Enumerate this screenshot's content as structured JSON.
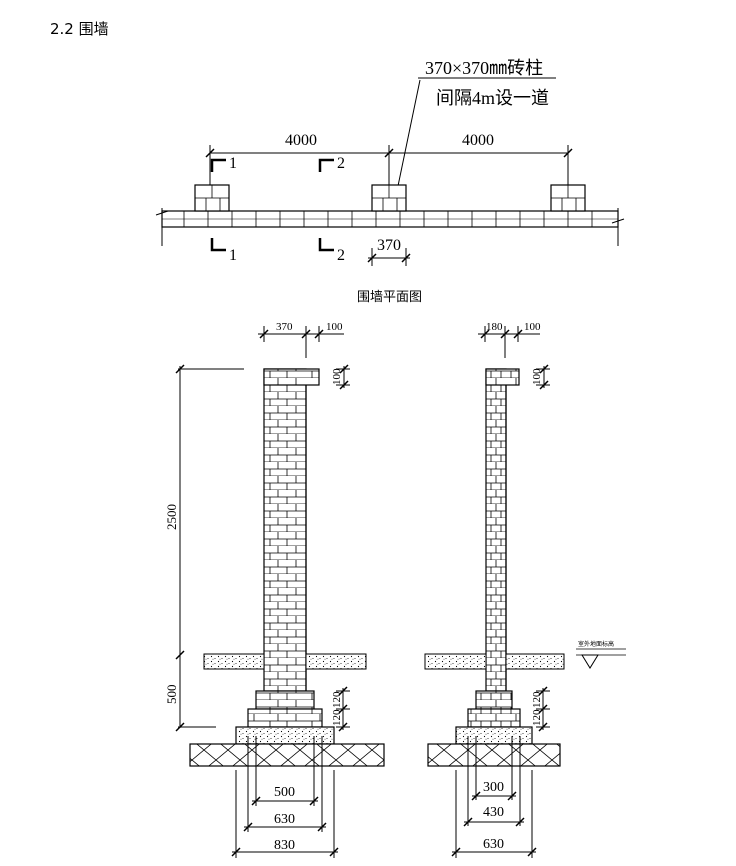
{
  "heading": "2.2  围墙",
  "plan": {
    "callout_line1": "370×370㎜砖柱",
    "callout_line2": "间隔4m设一道",
    "spacing_left": "4000",
    "spacing_right": "4000",
    "pier_width": "370",
    "section1_top": "1",
    "section2_top": "2",
    "section1_bottom": "1",
    "section2_bottom": "2",
    "caption": "围墙平面图"
  },
  "section_left": {
    "top_width": "370",
    "cap_projection": "100",
    "cap_height": "100",
    "wall_height": "2500",
    "below_ground_depth": "500",
    "step1": "120",
    "step2": "120",
    "width_500": "500",
    "width_630": "630",
    "width_830": "830"
  },
  "section_right": {
    "top_width": "180",
    "cap_projection": "100",
    "cap_height": "100",
    "ground_label": "室外地面标高",
    "step1": "120",
    "step2": "120",
    "width_300": "300",
    "width_430": "430",
    "width_630": "630"
  }
}
